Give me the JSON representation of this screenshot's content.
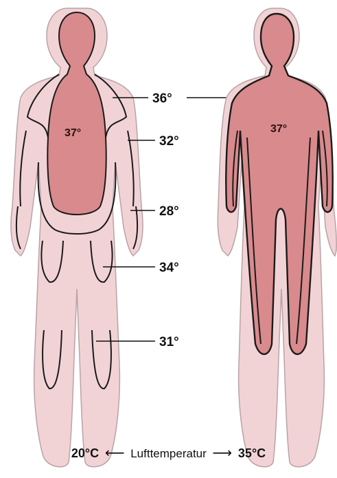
{
  "figure": {
    "colors": {
      "skin": "#f1d3d6",
      "skin_mid": "#e8b7bb",
      "core": "#d98a8c",
      "outline": "#1a1a1a"
    },
    "left_figure": {
      "core_label": "37°",
      "isotherm_labels": [
        "36°",
        "32°",
        "28°",
        "34°",
        "31°"
      ]
    },
    "right_figure": {
      "core_label": "37°"
    }
  },
  "caption": {
    "left_temp": "20°C",
    "left_arrow": "⟵",
    "text": "Lufttemperatur",
    "right_arrow": "⟶",
    "right_temp": "35°C"
  }
}
